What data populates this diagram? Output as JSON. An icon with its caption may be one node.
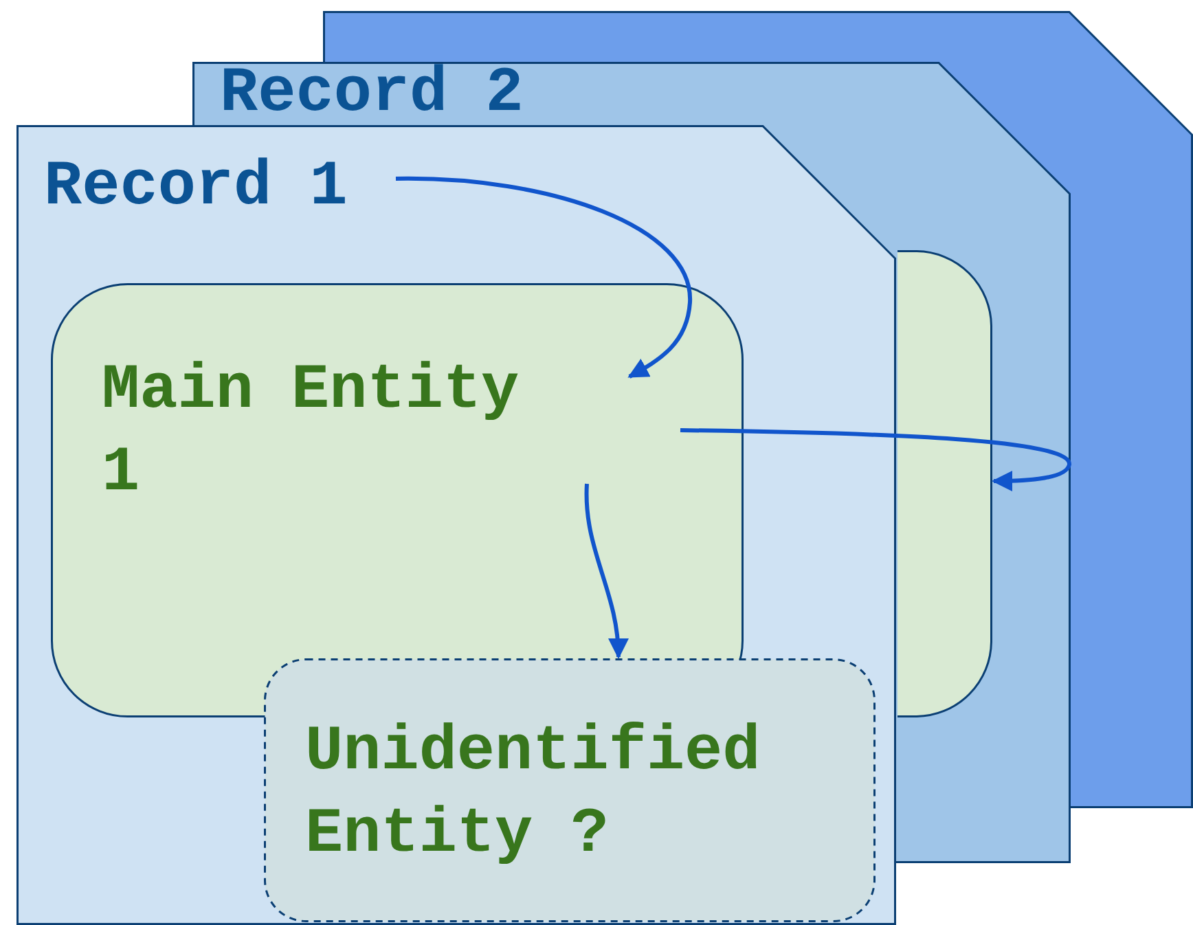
{
  "diagram": {
    "nodes": [
      {
        "text": [
          "Record 2"
        ]
      },
      {
        "text": [],
        "shape": "box",
        "in": 0
      },
      {
        "text": [
          "Record 1"
        ]
      },
      {
        "text": [
          "Main Entity 1"
        ],
        "in": 2
      },
      {
        "text": [
          "Unidentified Entity ?"
        ],
        "in": 2
      }
    ],
    "edges": [
      {
        "from": 2,
        "to": 3,
        "arrow": "to"
      },
      {
        "from": 3,
        "to": 1,
        "arrow": "to"
      },
      {
        "from": 3,
        "to": 4,
        "arrow": "to"
      }
    ]
  }
}
